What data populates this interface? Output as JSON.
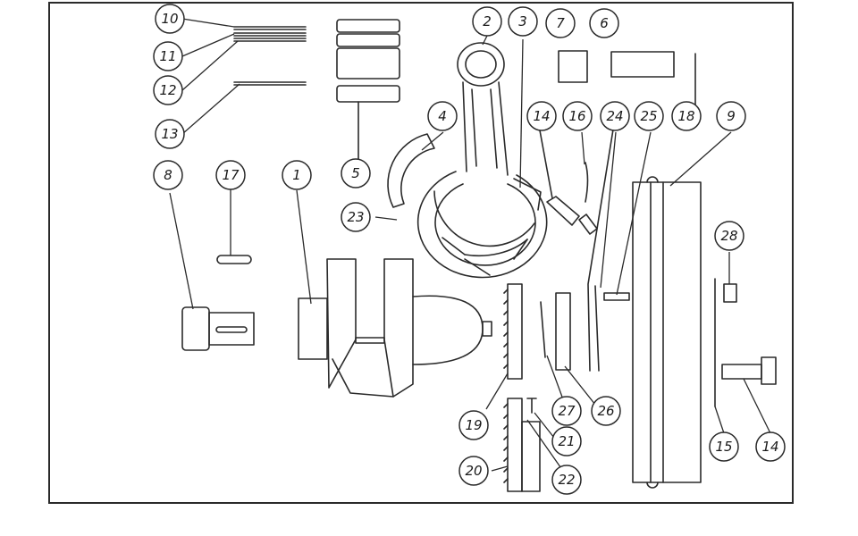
{
  "callouts": [
    "10",
    "11",
    "12",
    "13",
    "5",
    "2",
    "3",
    "7",
    "6",
    "4",
    "14",
    "16",
    "24",
    "25",
    "18",
    "9",
    "8",
    "17",
    "1",
    "23",
    "28",
    "19",
    "27",
    "26",
    "21",
    "20",
    "22",
    "15",
    "14"
  ]
}
